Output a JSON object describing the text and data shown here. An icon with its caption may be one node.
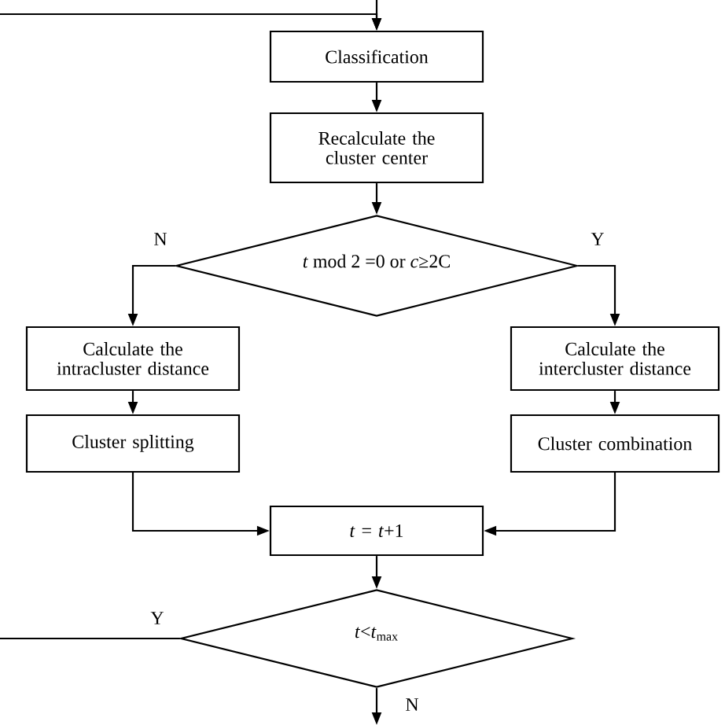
{
  "diagram": {
    "nodes": [
      {
        "text": [
          "Classification"
        ]
      },
      {
        "text": [
          "Recalculate the cluster center"
        ]
      },
      {
        "text": [
          "*t* mod 2 =0 or *c*≥2C"
        ]
      },
      {
        "text": [
          "Calculate the intracluster distance"
        ]
      },
      {
        "text": [
          "Cluster splitting"
        ]
      },
      {
        "text": [
          "Calculate the intercluster distance"
        ]
      },
      {
        "text": [
          "Cluster combination"
        ]
      },
      {
        "text": [
          "*t* = *t*+1"
        ]
      },
      {
        "text": [
          "*t*<*t*$_{max}$"
        ]
      }
    ],
    "edges": [
      {
        "from": null,
        "to": 0,
        "arrow": "to"
      },
      {
        "from": null,
        "to": 0,
        "arrow": "to"
      },
      {
        "from": 0,
        "to": 1,
        "arrow": "to"
      },
      {
        "from": 1,
        "to": 2,
        "arrow": "to"
      },
      {
        "from": 2,
        "to": 3,
        "arrow": "to",
        "label": "N"
      },
      {
        "from": 2,
        "to": 5,
        "arrow": "to",
        "label": "Y"
      },
      {
        "from": 3,
        "to": 4,
        "arrow": "to"
      },
      {
        "from": 5,
        "to": 6,
        "arrow": "to"
      },
      {
        "from": 4,
        "to": 7,
        "arrow": "to"
      },
      {
        "from": 6,
        "to": 7,
        "arrow": "to"
      },
      {
        "from": 7,
        "to": 8,
        "arrow": "to"
      },
      {
        "from": 8,
        "to": null,
        "arrow": "none",
        "label": "Y"
      },
      {
        "from": 8,
        "to": null,
        "arrow": "to",
        "label": "N"
      }
    ]
  }
}
